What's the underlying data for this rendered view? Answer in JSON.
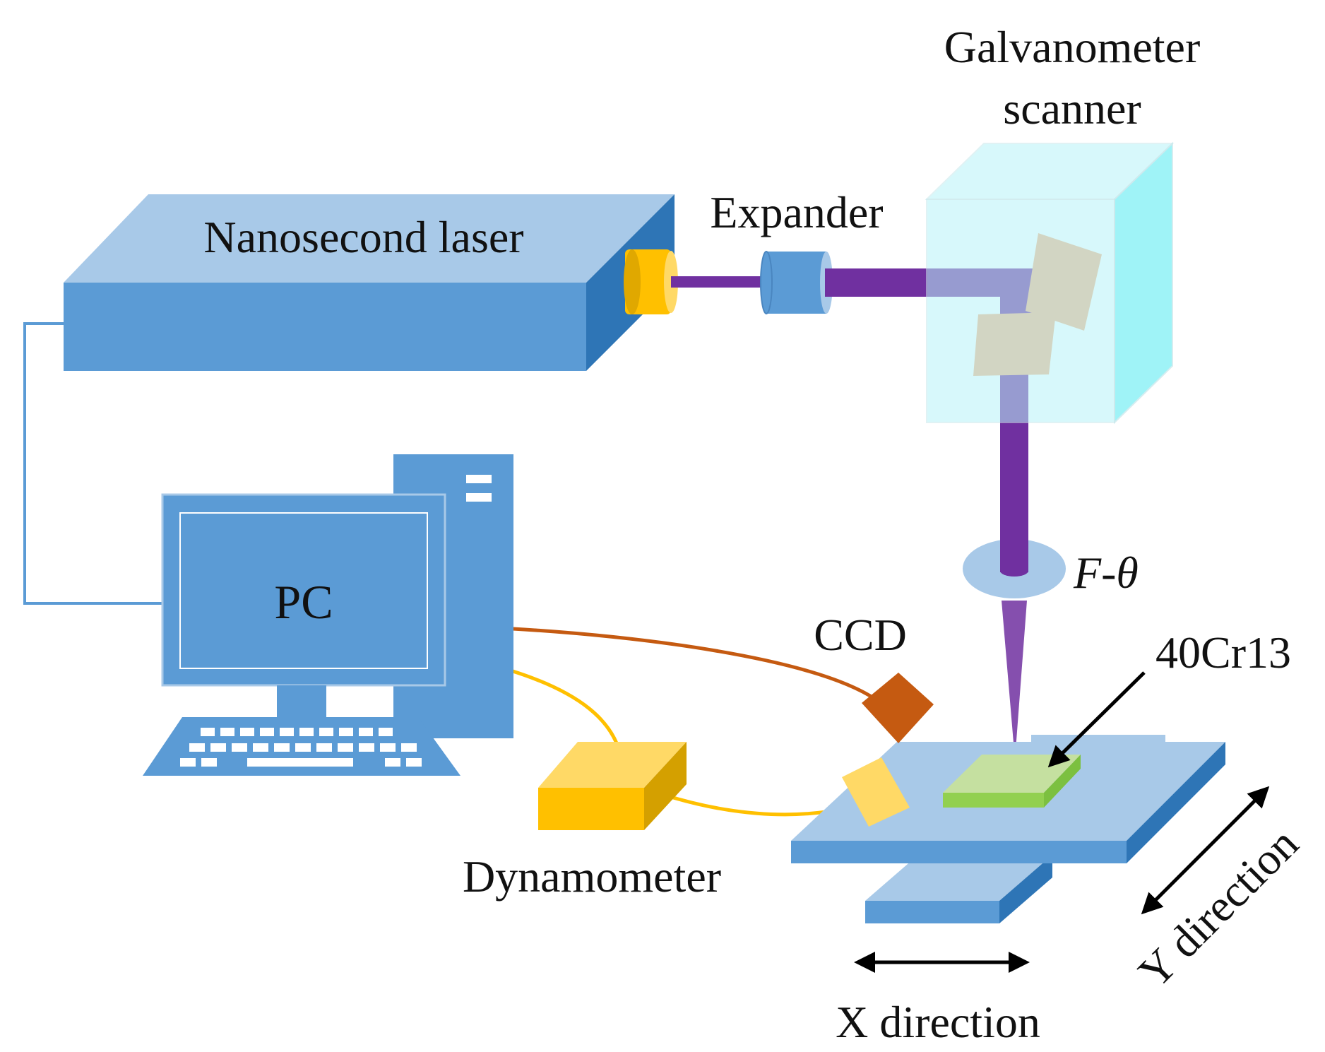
{
  "labels": {
    "laser": "Nanosecond laser",
    "expander": "Expander",
    "galvo_line1": "Galvanometer",
    "galvo_line2": "scanner",
    "pc": "PC",
    "ftheta": "F-θ",
    "ccd": "CCD",
    "sample": "40Cr13",
    "dynamometer": "Dynamometer",
    "x_dir": "X direction",
    "y_dir": "Y direction"
  },
  "colors": {
    "blue_top": "#a8c9e8",
    "blue_front": "#5b9bd5",
    "blue_side": "#2e75b6",
    "beam": "#7030a0",
    "galvo_glass": "#b8f4f8",
    "mirror": "#f4b183",
    "laser_port": "#ffc000",
    "ccd": "#c55a11",
    "dynamometer": "#ffc000",
    "sample_top": "#c5e0a0",
    "sample_side": "#92d050"
  }
}
